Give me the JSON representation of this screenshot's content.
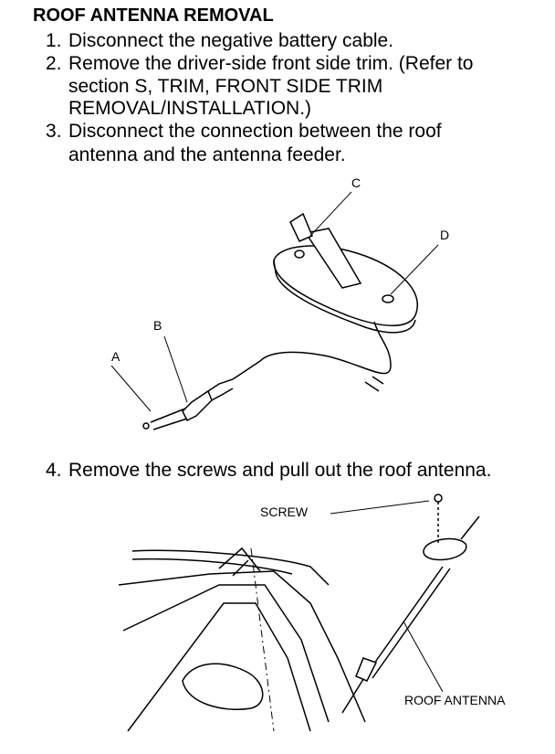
{
  "title": "ROOF ANTENNA REMOVAL",
  "steps": [
    {
      "num": "1.",
      "lines": [
        "Disconnect the negative battery cable."
      ]
    },
    {
      "num": "2.",
      "lines": [
        "Remove the driver-side front side trim. (Refer to",
        "section S, TRIM, FRONT SIDE TRIM",
        "REMOVAL/INSTALLATION.)"
      ]
    },
    {
      "num": "3.",
      "lines": [
        "Disconnect the connection between the roof",
        "antenna and the antenna feeder."
      ]
    },
    {
      "num": "4.",
      "lines": [
        "Remove the screws and pull out the roof antenna."
      ]
    }
  ],
  "figure1": {
    "labels": {
      "a": "A",
      "b": "B",
      "c": "C",
      "d": "D"
    }
  },
  "figure2": {
    "labels": {
      "screw": "SCREW",
      "roof_antenna": "ROOF ANTENNA"
    }
  }
}
